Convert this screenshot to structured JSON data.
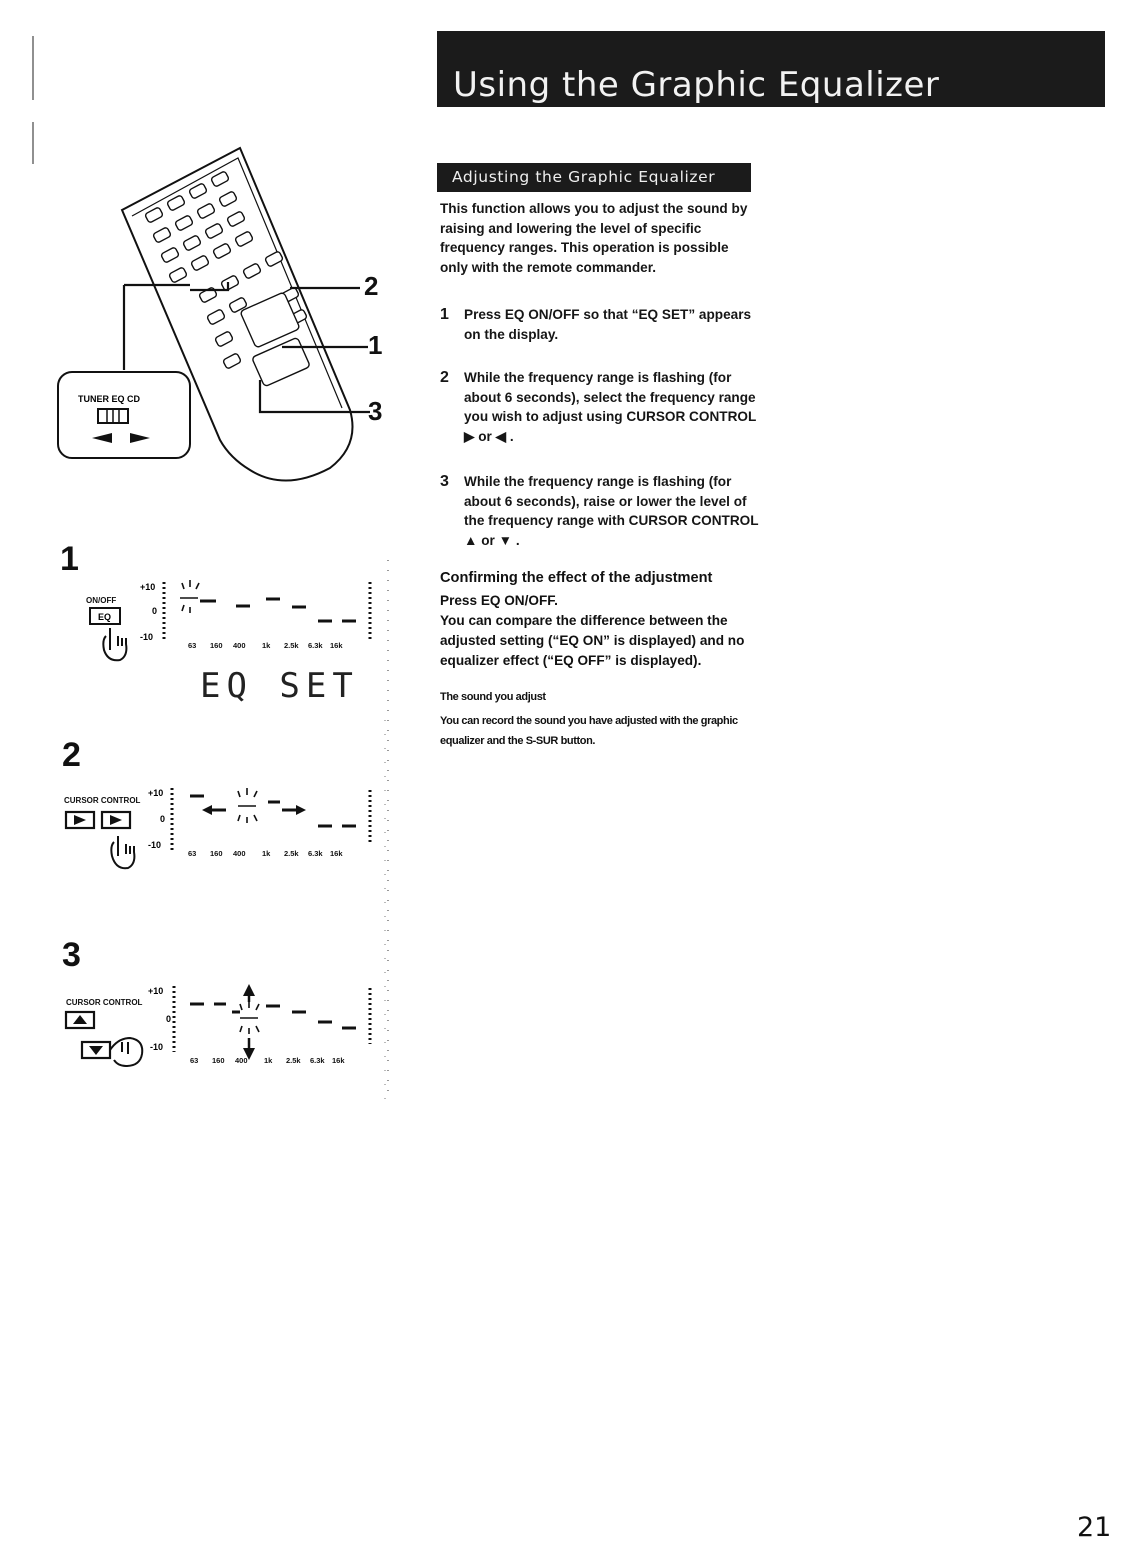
{
  "header": {
    "title": "Using the Graphic Equalizer"
  },
  "section": {
    "subtitle": "Adjusting the Graphic Equalizer",
    "intro": "This function allows you to adjust the sound by raising and lowering the level of specific frequency ranges. This operation is possible only with the remote commander."
  },
  "steps": [
    {
      "num": "1",
      "text": "Press EQ ON/OFF so that “EQ SET” appears on the display."
    },
    {
      "num": "2",
      "text": "While the frequency range is flashing (for about 6 seconds), select the frequency range you wish to adjust using CURSOR CONTROL ▶ or ◀ ."
    },
    {
      "num": "3",
      "text": "While the frequency range is flashing (for about 6 seconds), raise or lower the level of the frequency range with CURSOR CONTROL ▲ or ▼ ."
    }
  ],
  "confirm": {
    "heading": "Confirming the effect of the adjustment",
    "line1": "Press EQ ON/OFF.",
    "line2": "You can compare the difference between the adjusted setting (“EQ ON” is displayed) and no equalizer effect (“EQ OFF” is displayed)."
  },
  "note": {
    "heading": "The sound you adjust",
    "body": "You can record the sound you have adjusted with the graphic equalizer and the S-SUR button."
  },
  "figure": {
    "callouts": [
      "2",
      "1",
      "3"
    ],
    "switch_label": "TUNER EQ CD",
    "panels": [
      {
        "num": "1",
        "button_label": "ON/OFF",
        "key_label": "EQ",
        "display": "EQ SET"
      },
      {
        "num": "2",
        "button_label": "CURSOR CONTROL"
      },
      {
        "num": "3",
        "button_label": "CURSOR CONTROL"
      }
    ],
    "scale": {
      "top": "+10",
      "mid": "0",
      "bottom": "-10"
    },
    "frequencies": [
      "63",
      "160",
      "400",
      "1k",
      "2.5k",
      "6.3k",
      "16k"
    ]
  },
  "page_number": "21"
}
